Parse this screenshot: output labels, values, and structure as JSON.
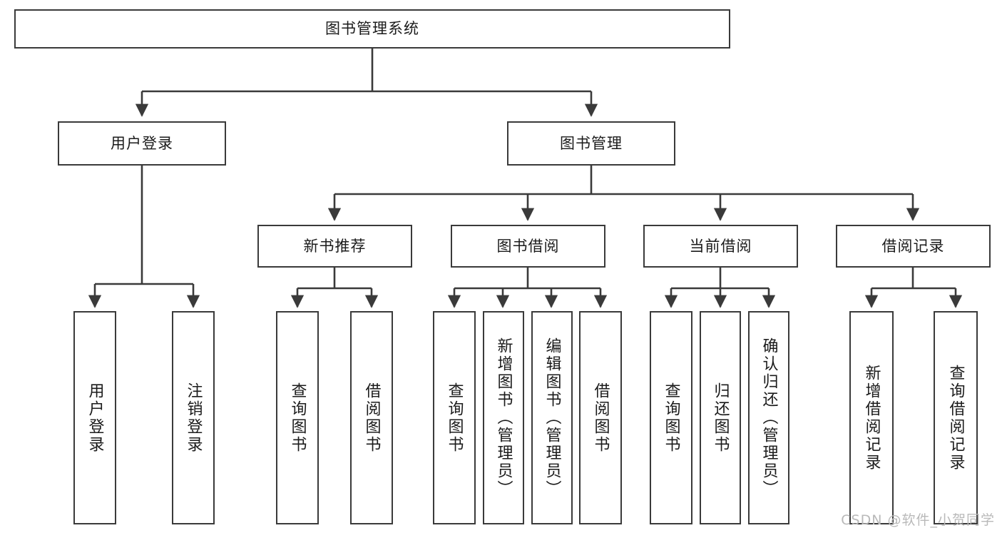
{
  "diagram": {
    "title": "图书管理系统",
    "type": "tree-hierarchy",
    "style": {
      "box_border_color": "#3a3a3a",
      "box_fill_color": "#ffffff",
      "line_color": "#3a3a3a",
      "text_color": "#1b1b1b",
      "background": "#ffffff",
      "watermark_color": "#b9b9b9"
    },
    "root": {
      "label": "图书管理系统"
    },
    "level2": [
      {
        "id": "user-login",
        "label": "用户登录"
      },
      {
        "id": "book-manage",
        "label": "图书管理"
      }
    ],
    "level3": [
      {
        "id": "new-book-recommend",
        "label": "新书推荐",
        "parent": "book-manage"
      },
      {
        "id": "book-borrow",
        "label": "图书借阅",
        "parent": "book-manage"
      },
      {
        "id": "current-borrow",
        "label": "当前借阅",
        "parent": "book-manage"
      },
      {
        "id": "borrow-record",
        "label": "借阅记录",
        "parent": "book-manage"
      }
    ],
    "leaves": [
      {
        "id": "leaf-user-login",
        "label": "用户登录",
        "parent": "user-login"
      },
      {
        "id": "leaf-user-logout",
        "label": "注销登录",
        "parent": "user-login"
      },
      {
        "id": "leaf-query-book-1",
        "label": "查询图书",
        "parent": "new-book-recommend"
      },
      {
        "id": "leaf-borrow-book-1",
        "label": "借阅图书",
        "parent": "new-book-recommend"
      },
      {
        "id": "leaf-query-book-2",
        "label": "查询图书",
        "parent": "book-borrow"
      },
      {
        "id": "leaf-add-book",
        "label": "新增图书（管理员）",
        "parent": "book-borrow"
      },
      {
        "id": "leaf-edit-book",
        "label": "编辑图书（管理员）",
        "parent": "book-borrow"
      },
      {
        "id": "leaf-borrow-book-2",
        "label": "借阅图书",
        "parent": "book-borrow"
      },
      {
        "id": "leaf-query-book-3",
        "label": "查询图书",
        "parent": "current-borrow"
      },
      {
        "id": "leaf-return-book",
        "label": "归还图书",
        "parent": "current-borrow"
      },
      {
        "id": "leaf-confirm-return",
        "label": "确认归还（管理员）",
        "parent": "current-borrow"
      },
      {
        "id": "leaf-add-record",
        "label": "新增借阅记录",
        "parent": "borrow-record"
      },
      {
        "id": "leaf-query-record",
        "label": "查询借阅记录",
        "parent": "borrow-record"
      }
    ]
  },
  "watermark": {
    "text": "CSDN @软件_小贺同学"
  }
}
